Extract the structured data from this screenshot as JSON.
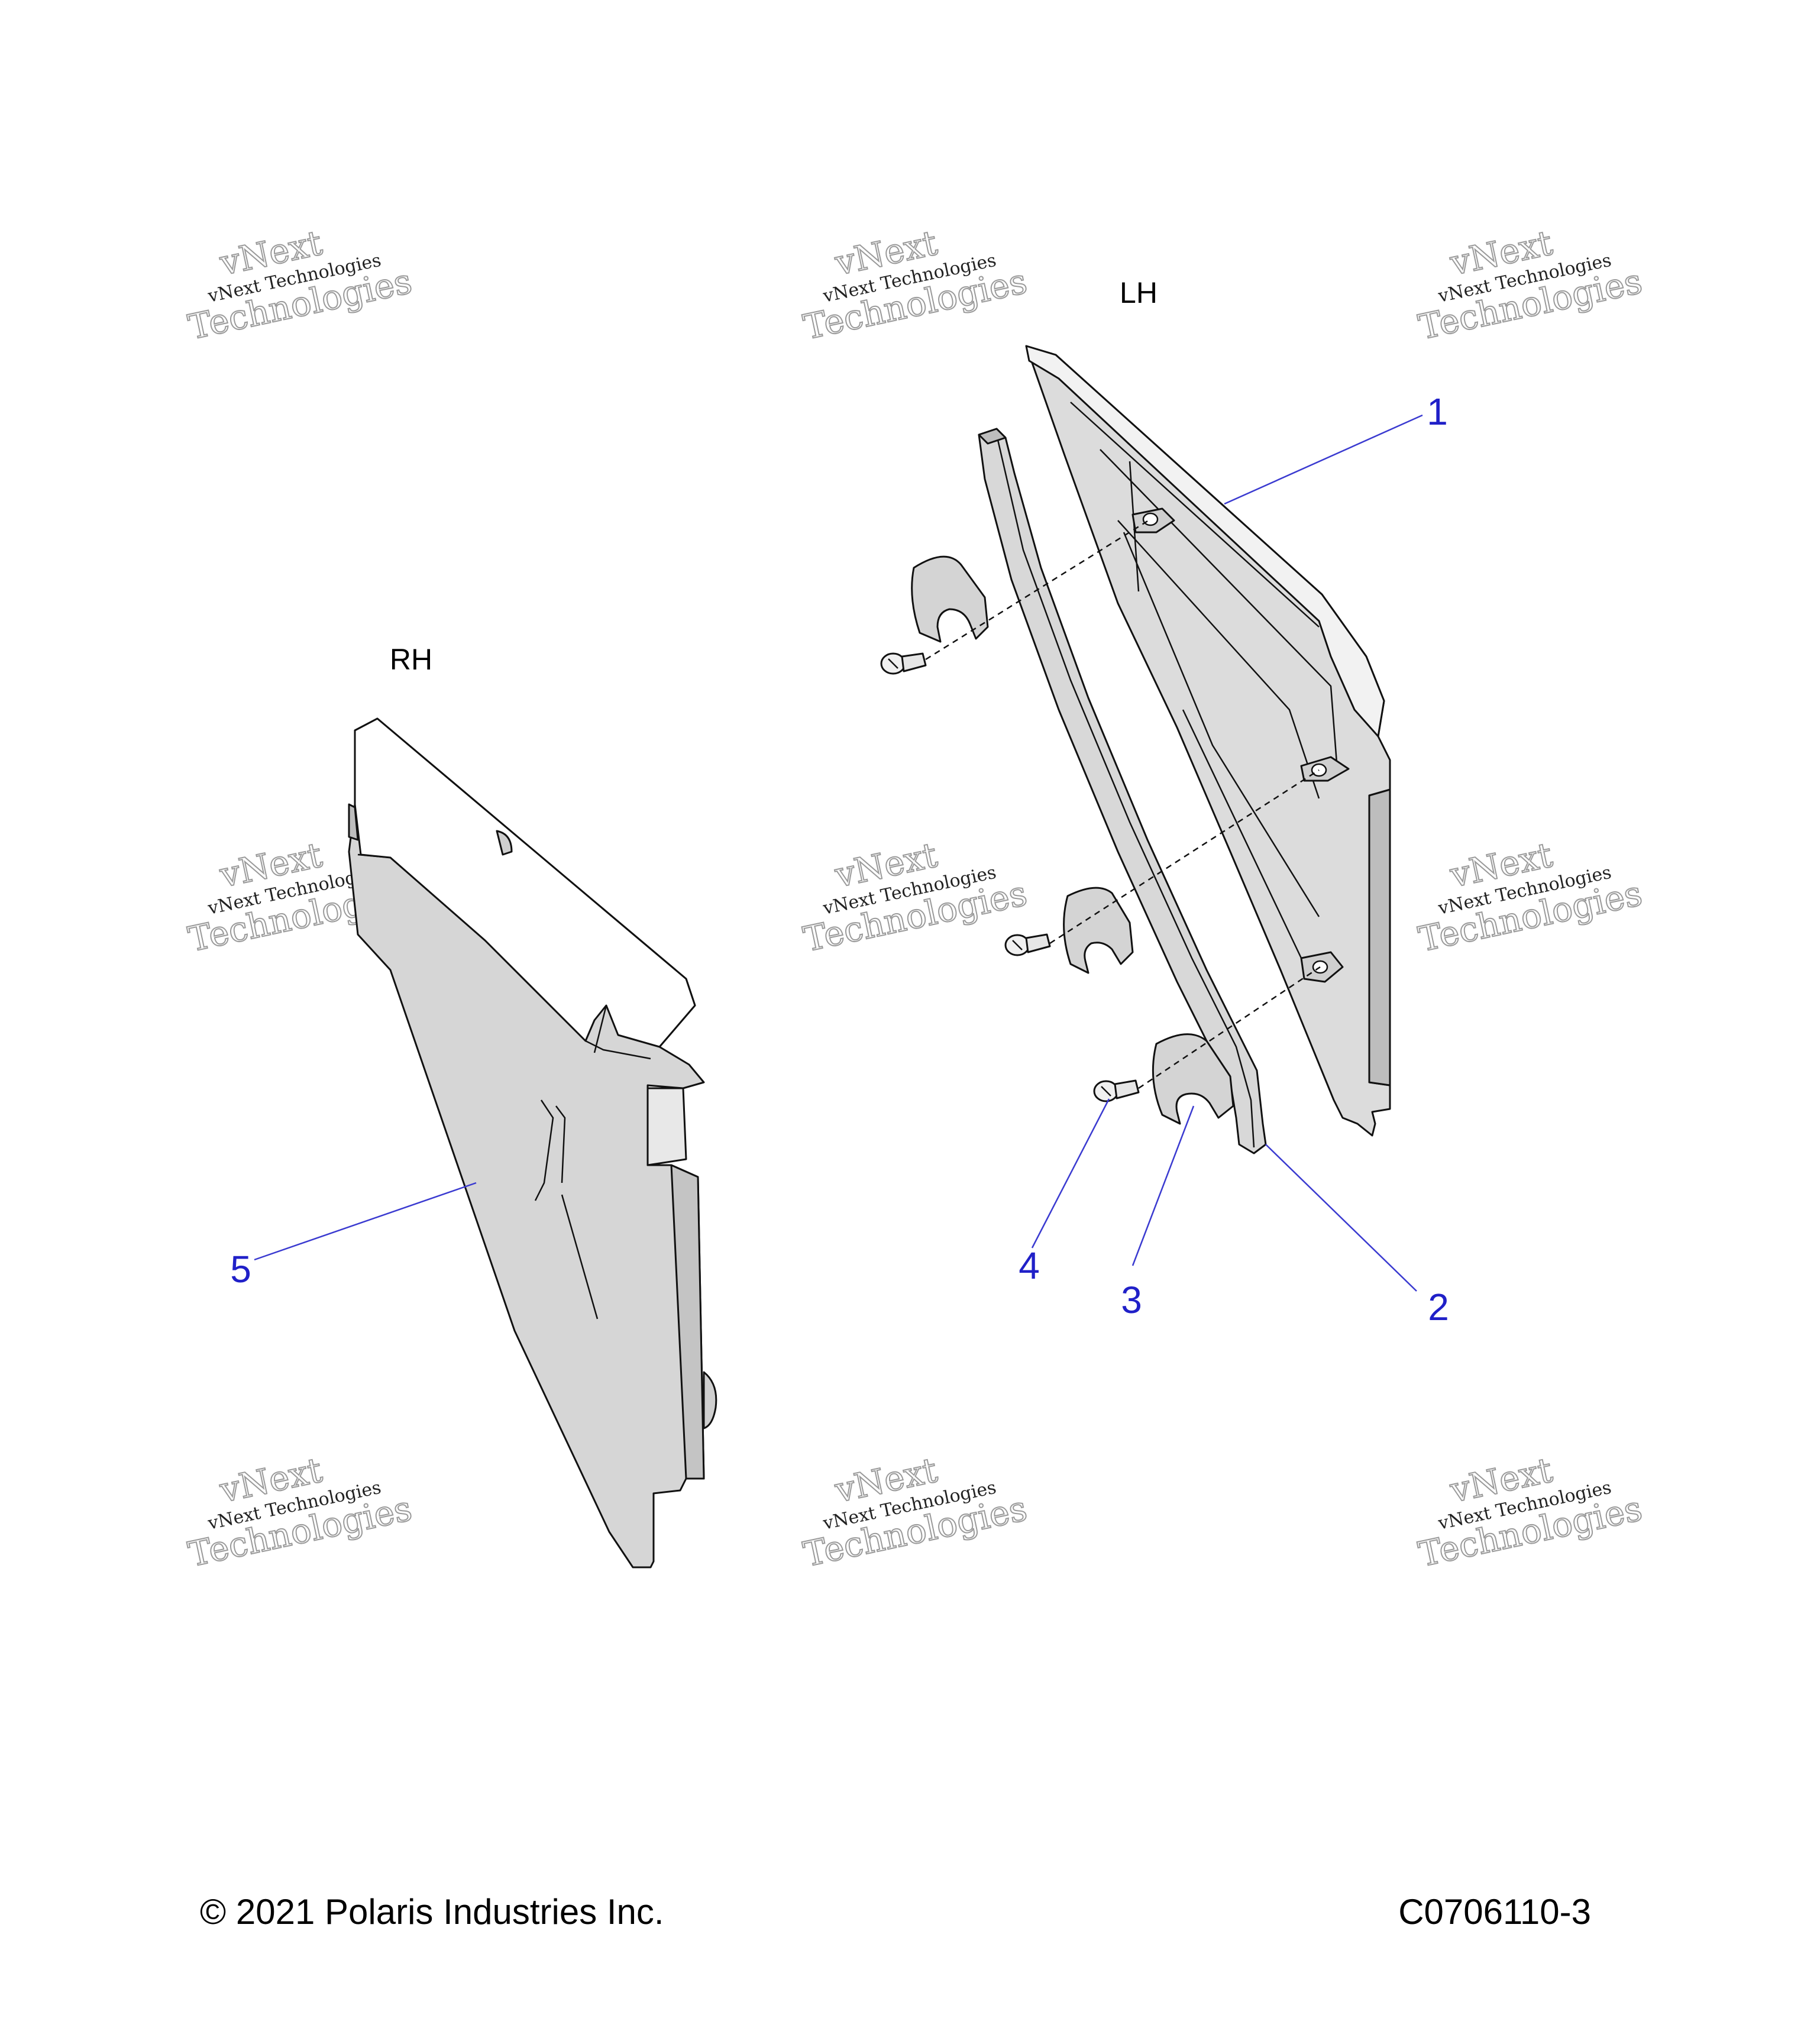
{
  "labels": {
    "lh": "LH",
    "rh": "RH"
  },
  "callouts": [
    "1",
    "2",
    "3",
    "4",
    "5"
  ],
  "footer": {
    "copyright": "© 2021 Polaris Industries Inc.",
    "drawing_number": "C0706110-3"
  },
  "watermark": {
    "line1": "vNext",
    "line2": "vNext Technologies",
    "line3": "Technologies"
  },
  "colors": {
    "callout": "#2020c8",
    "leader": "#3a3ad0",
    "part_fill": "#dcdcdc",
    "part_light": "#f2f2f2",
    "part_dark": "#bdbdbd"
  }
}
